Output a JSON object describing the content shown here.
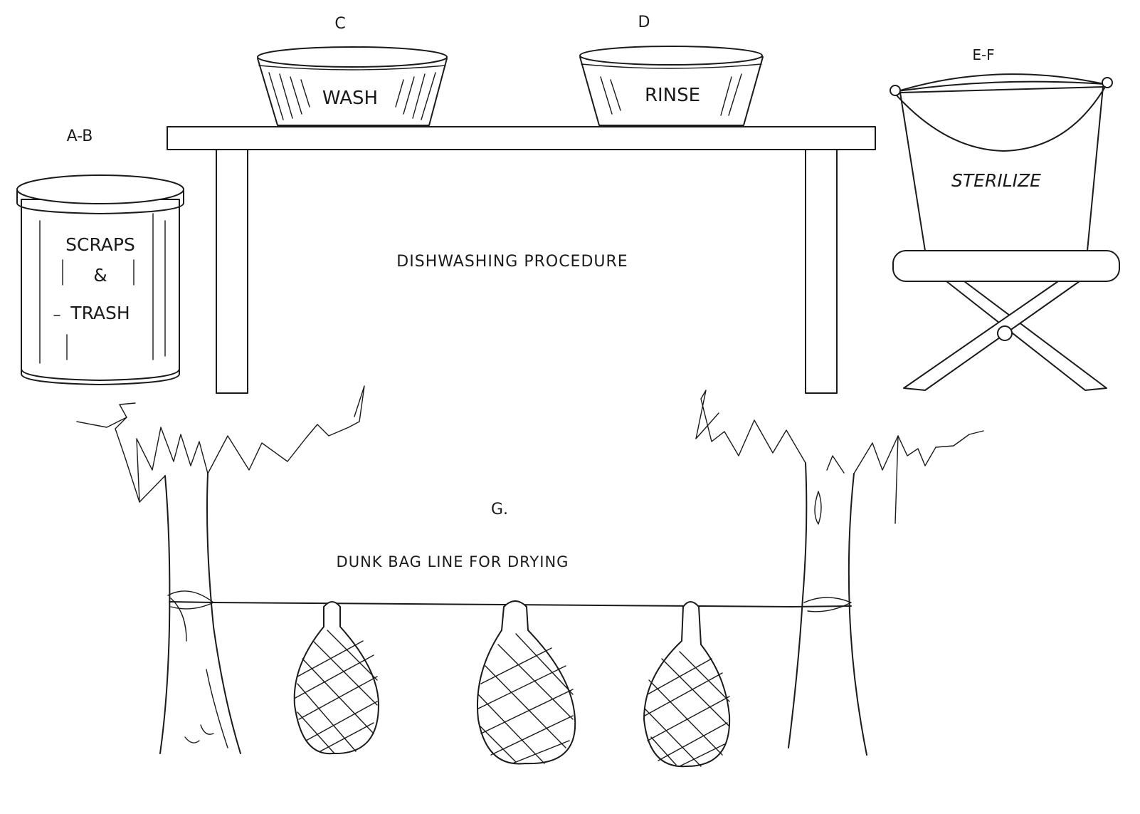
{
  "diagram": {
    "title": "DISHWASHING PROCEDURE",
    "stations": {
      "scraps": {
        "letter": "A-B",
        "label_line1": "SCRAPS",
        "label_line2": "&",
        "label_line3": "TRASH"
      },
      "wash": {
        "letter": "C",
        "label": "WASH"
      },
      "rinse": {
        "letter": "D",
        "label": "RINSE"
      },
      "sterilize": {
        "letter": "E-F",
        "label": "STERILIZE"
      },
      "drying": {
        "letter": "G.",
        "label": "DUNK BAG LINE FOR DRYING"
      }
    },
    "colors": {
      "ink": "#1a1a1a",
      "paper": "#ffffff"
    }
  }
}
